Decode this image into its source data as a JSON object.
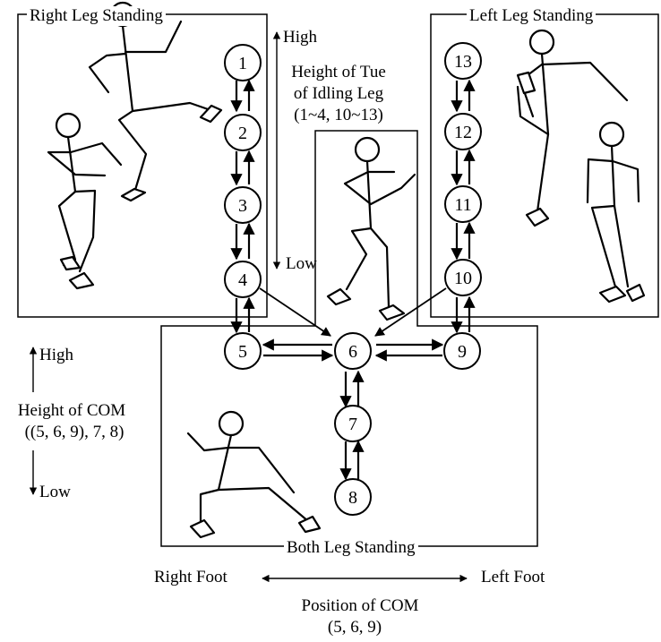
{
  "boxes": {
    "right_leg": "Right Leg Standing",
    "left_leg": "Left Leg Standing",
    "both_leg": "Both Leg Standing"
  },
  "toe_axis": {
    "high": "High",
    "low": "Low",
    "caption_line1": "Height of Tue",
    "caption_line2": "of Idling Leg",
    "caption_line3": "(1~4, 10~13)"
  },
  "com_height_axis": {
    "high": "High",
    "low": "Low",
    "caption_line1": "Height of COM",
    "caption_line2": "((5, 6, 9), 7, 8)"
  },
  "com_position_axis": {
    "left_end": "Right Foot",
    "right_end": "Left Foot",
    "caption_line1": "Position of COM",
    "caption_line2": "(5, 6, 9)"
  },
  "nodes": [
    "1",
    "2",
    "3",
    "4",
    "5",
    "6",
    "7",
    "8",
    "9",
    "10",
    "11",
    "12",
    "13"
  ]
}
